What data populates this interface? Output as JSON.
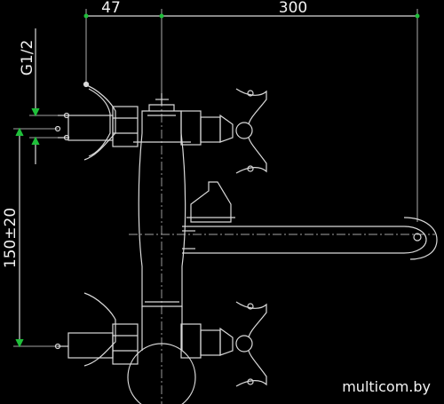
{
  "dimensions": {
    "top_left": "47",
    "top_right": "300",
    "thread": "G1/2",
    "height": "150±20"
  },
  "watermark": "multicom.by",
  "colors": {
    "background": "#000000",
    "line": "#d9d9d9",
    "dim_green": "#1fbf3a",
    "text": "#f2f2f2"
  }
}
